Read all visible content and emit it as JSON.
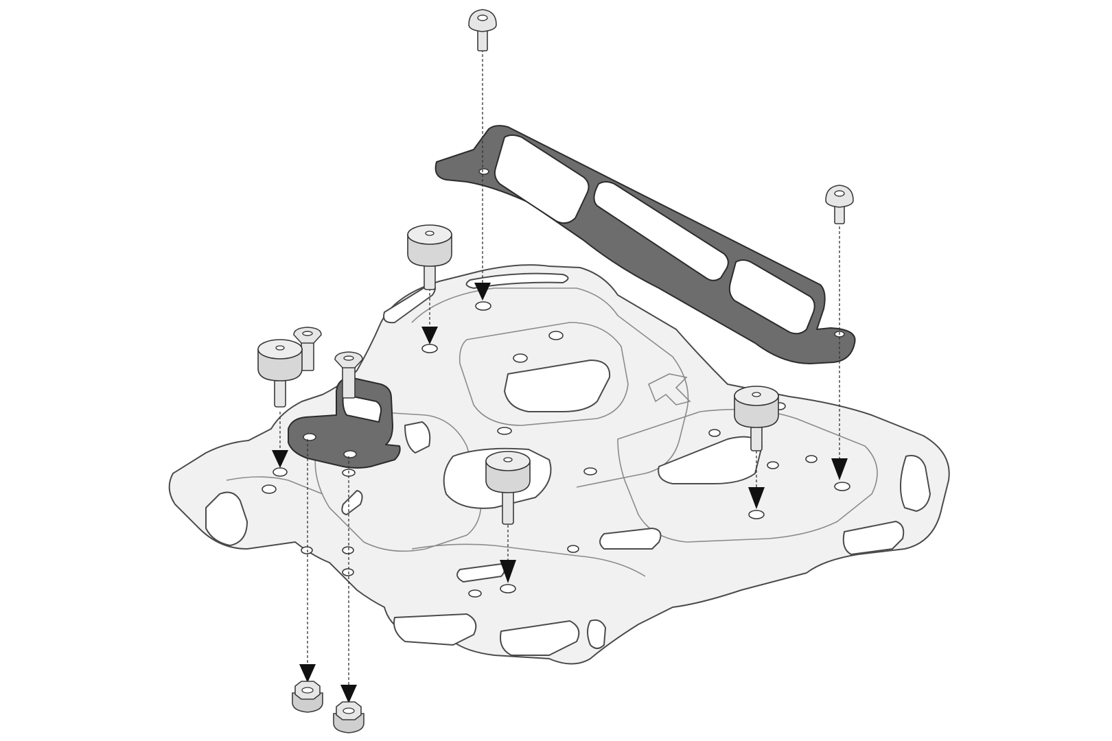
{
  "figure": {
    "kind": "exploded assembly drawing",
    "colors": {
      "plate_fill": "#f1f1f1",
      "outline": "#4a4a4a",
      "bracket_fill": "#6d6d6d",
      "guide_line": "#333333",
      "arrow": "#111111"
    },
    "parts": [
      {
        "id": "adapter-plate",
        "label": ""
      },
      {
        "id": "rear-handle-bracket",
        "label": ""
      },
      {
        "id": "side-mount-bracket",
        "label": ""
      },
      {
        "id": "rubber-spacer",
        "label": ""
      },
      {
        "id": "button-head-bolt",
        "label": ""
      },
      {
        "id": "countersunk-bolt",
        "label": ""
      },
      {
        "id": "flange-nut",
        "label": ""
      }
    ]
  }
}
